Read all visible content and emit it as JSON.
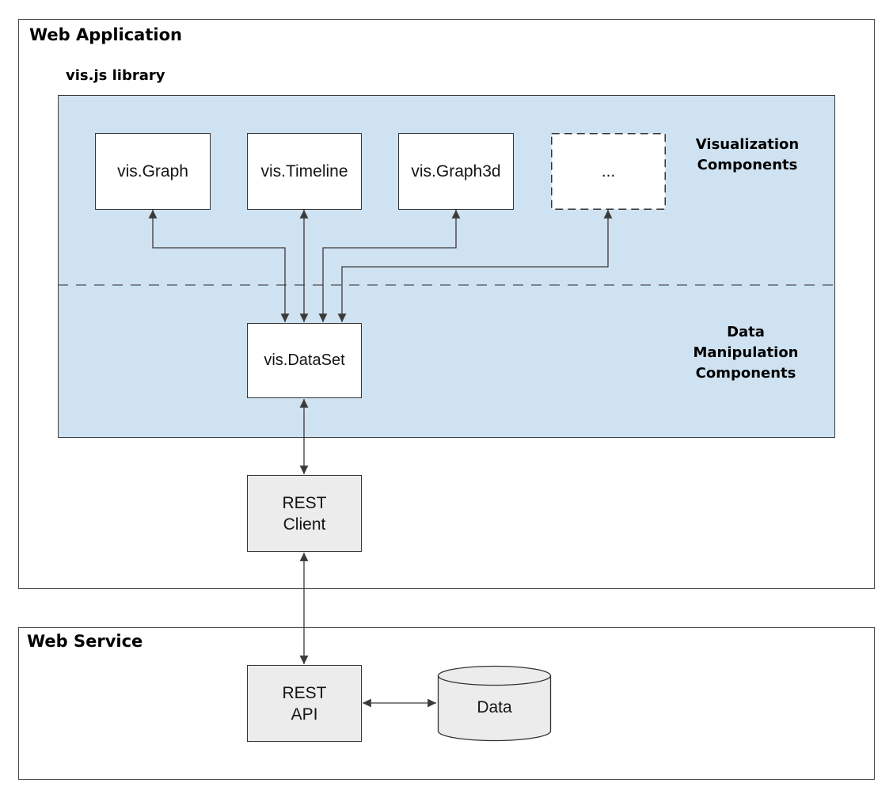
{
  "colors": {
    "panel_blue": "#cfe2f1",
    "box_gray": "#ececec",
    "border_dark": "#333333",
    "line_dark": "#3a3a3a"
  },
  "web_application": {
    "title": "Web Application",
    "visjs_library_label": "vis.js library",
    "visualization_components_label": "Visualization\nComponents",
    "data_manipulation_label": "Data\nManipulation\nComponents",
    "components": {
      "vis_graph": "vis.Graph",
      "vis_timeline": "vis.Timeline",
      "vis_graph3d": "vis.Graph3d",
      "more": "...",
      "vis_dataset": "vis.DataSet"
    },
    "rest_client": "REST\nClient"
  },
  "web_service": {
    "title": "Web Service",
    "rest_api": "REST\nAPI",
    "data_store": "Data"
  }
}
